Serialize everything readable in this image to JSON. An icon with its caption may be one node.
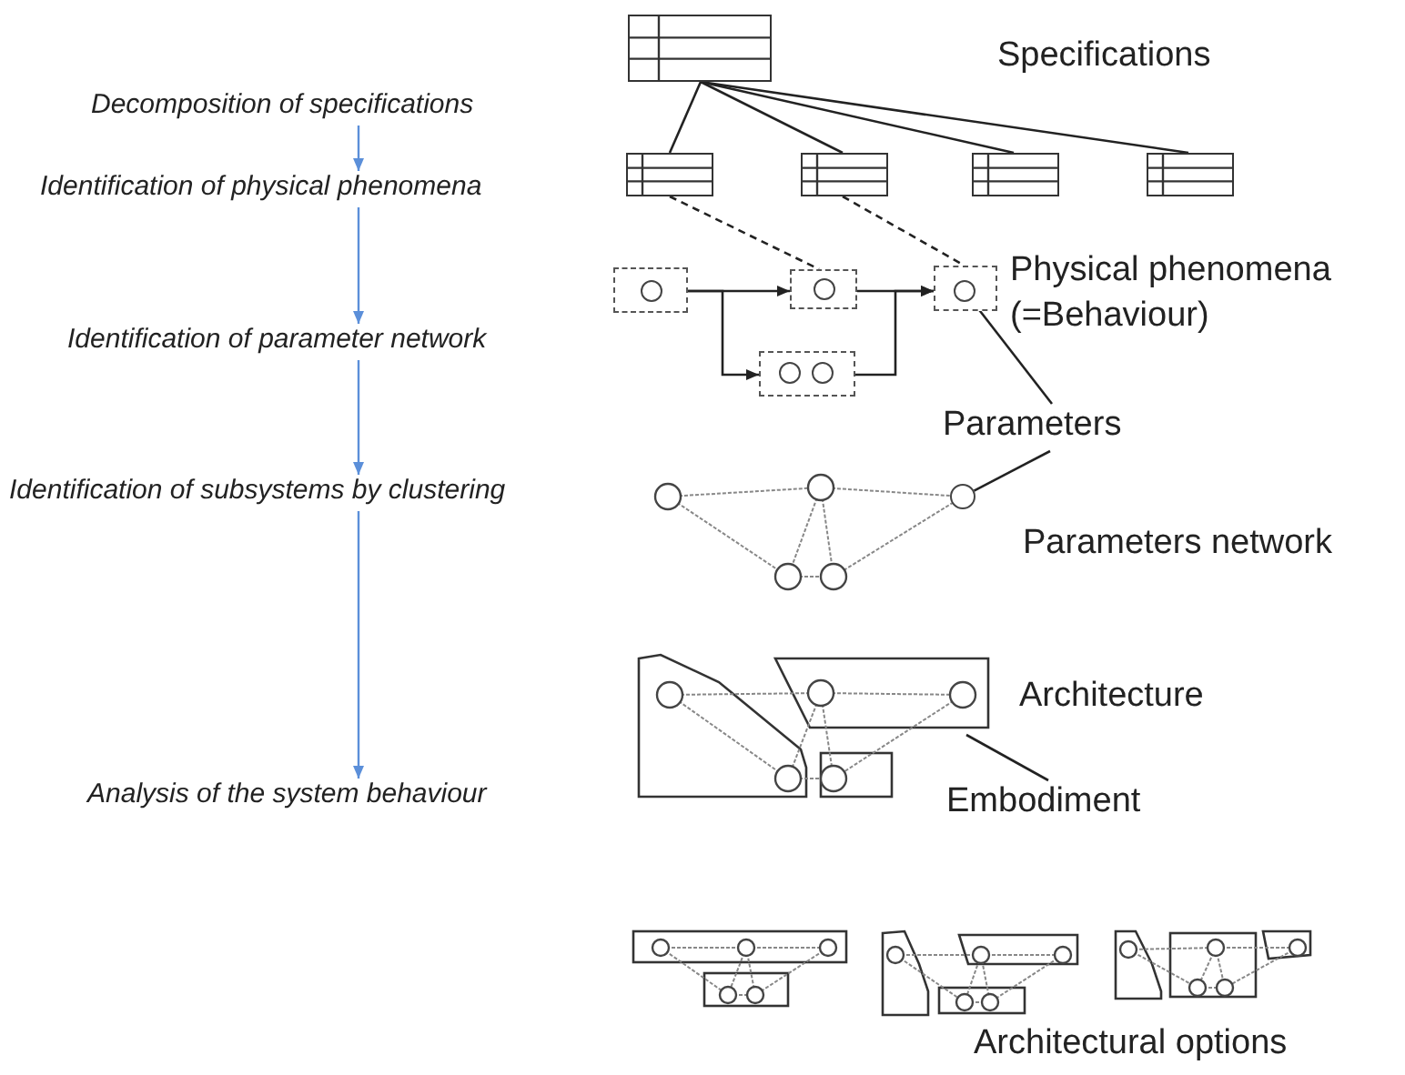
{
  "diagram": {
    "nodes": [
      {
        "text": [
          "Decomposition of specifications"
        ]
      },
      {
        "text": [
          "Identification of physical phenomena"
        ]
      },
      {
        "text": [
          "Identification of parameter network"
        ]
      },
      {
        "text": [
          "Identification of subsystems by clustering"
        ]
      },
      {
        "text": [
          "Analysis of the system behaviour"
        ]
      },
      {
        "text": [],
        "shape": "box"
      },
      {
        "text": [],
        "shape": "box"
      },
      {
        "text": [],
        "shape": "box"
      },
      {
        "text": [],
        "shape": "box"
      },
      {
        "text": [],
        "shape": "box"
      },
      {
        "text": [],
        "shape": "box"
      },
      {
        "text": [],
        "shape": "box"
      },
      {
        "text": [],
        "shape": "box"
      },
      {
        "text": [],
        "shape": "box"
      },
      {
        "text": [],
        "shape": "circle",
        "in": 12
      },
      {
        "text": [
          "Parameters"
        ]
      },
      {
        "text": [],
        "shape": "circle"
      },
      {
        "text": [
          "Embodiment"
        ]
      }
    ],
    "edges": [
      {
        "from": 0,
        "to": 1,
        "arrow": "to",
        "color": "#5b8fd9"
      },
      {
        "from": 1,
        "to": 2,
        "arrow": "to",
        "color": "#5b8fd9"
      },
      {
        "from": 2,
        "to": 3,
        "arrow": "to",
        "color": "#5b8fd9"
      },
      {
        "from": 3,
        "to": 4,
        "arrow": "to",
        "color": "#5b8fd9"
      },
      {
        "from": 5,
        "to": 6,
        "arrow": "none"
      },
      {
        "from": 5,
        "to": 7,
        "arrow": "none"
      },
      {
        "from": 5,
        "to": 8,
        "arrow": "none"
      },
      {
        "from": 5,
        "to": 9,
        "arrow": "none"
      },
      {
        "from": 6,
        "to": 11,
        "arrow": "none",
        "style": "dashed"
      },
      {
        "from": 7,
        "to": 12,
        "arrow": "none",
        "style": "dashed"
      },
      {
        "from": 10,
        "to": 11,
        "arrow": "to"
      },
      {
        "from": 10,
        "to": 13,
        "arrow": "to"
      },
      {
        "from": 11,
        "to": 12,
        "arrow": "to"
      },
      {
        "from": 13,
        "to": 12,
        "arrow": "to"
      },
      {
        "from": 15,
        "to": 14,
        "arrow": "none"
      },
      {
        "from": 15,
        "to": 16,
        "arrow": "none"
      },
      {
        "from": 17,
        "to": null,
        "arrow": "none"
      }
    ],
    "labels": [
      "Specifications",
      "Physical phenomena (=Behaviour)",
      "Parameters network",
      "Architecture",
      "Architectural options"
    ]
  }
}
